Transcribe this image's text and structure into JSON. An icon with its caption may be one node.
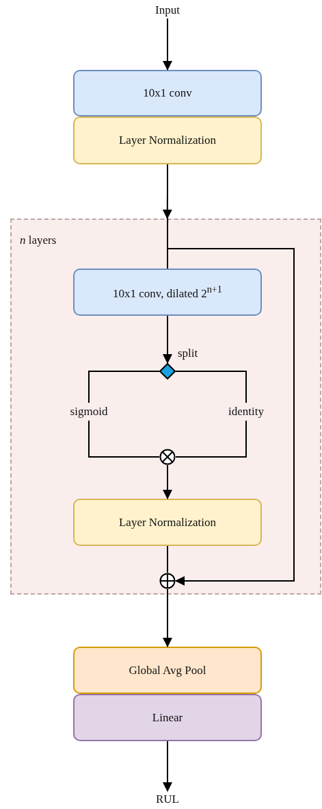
{
  "diagram": {
    "nodes": [
      {
        "text": [
          "Input"
        ]
      },
      {
        "text": [
          "10x1 conv"
        ]
      },
      {
        "text": [
          "Layer Normalization"
        ]
      },
      {
        "text": [
          "*n* layers"
        ]
      },
      {
        "text": [
          "10x1 conv, dilated 2$^{n+1}$"
        ],
        "in": 3
      },
      {
        "text": [],
        "shape": "diamond",
        "beside": [
          "split"
        ],
        "in": 3
      },
      {
        "text": [
          "sigmoid"
        ],
        "in": 3
      },
      {
        "text": [
          "identity"
        ],
        "in": 3
      },
      {
        "text": [],
        "shape": "circle",
        "in": 3
      },
      {
        "text": [
          "Layer Normalization"
        ],
        "in": 3
      },
      {
        "text": [],
        "shape": "circle",
        "in": 3
      },
      {
        "text": [
          "Global Avg Pool"
        ]
      },
      {
        "text": [
          "Linear"
        ]
      },
      {
        "text": [
          "RUL"
        ]
      }
    ],
    "edges": [
      {
        "from": 0,
        "to": 1,
        "arrow": "to"
      },
      {
        "from": 2,
        "to": 3,
        "arrow": "to"
      },
      {
        "from": 3,
        "to": 4,
        "arrow": "none"
      },
      {
        "from": 3,
        "to": 10,
        "arrow": "to"
      },
      {
        "from": 4,
        "to": 5,
        "arrow": "to"
      },
      {
        "from": 5,
        "to": 6,
        "arrow": "none"
      },
      {
        "from": 5,
        "to": 7,
        "arrow": "none"
      },
      {
        "from": 6,
        "to": 8,
        "arrow": "none"
      },
      {
        "from": 7,
        "to": 8,
        "arrow": "none"
      },
      {
        "from": 8,
        "to": 9,
        "arrow": "to"
      },
      {
        "from": 9,
        "to": 10,
        "arrow": "none"
      },
      {
        "from": 10,
        "to": 11,
        "arrow": "to"
      },
      {
        "from": 12,
        "to": 13,
        "arrow": "to"
      }
    ]
  }
}
